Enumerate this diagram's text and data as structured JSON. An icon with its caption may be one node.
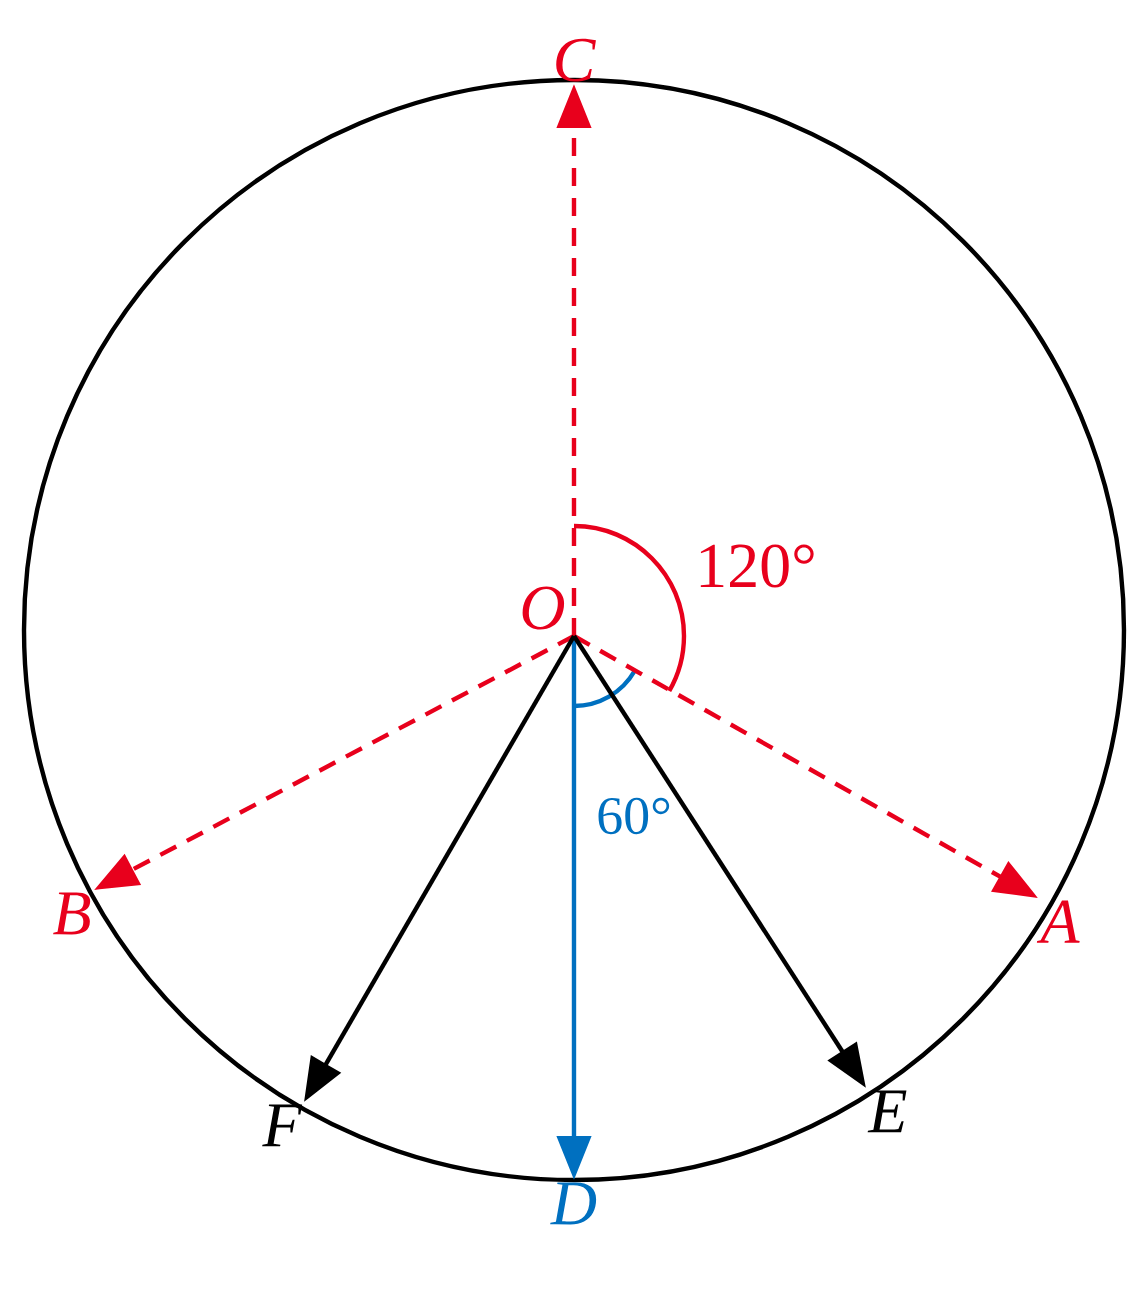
{
  "diagram": {
    "nodes": [
      {
        "text": [
          "O"
        ]
      },
      {
        "text": [
          "C"
        ]
      },
      {
        "text": [
          "A"
        ]
      },
      {
        "text": [
          "B"
        ]
      },
      {
        "text": [
          "D"
        ]
      },
      {
        "text": [
          "E"
        ]
      },
      {
        "text": [
          "F"
        ]
      }
    ],
    "edges": [
      {
        "from": 0,
        "to": 1,
        "arrow": "to",
        "style": "dashed",
        "color": "#e8001c"
      },
      {
        "from": 0,
        "to": 2,
        "arrow": "to",
        "style": "dashed",
        "color": "#e8001c"
      },
      {
        "from": 0,
        "to": 3,
        "arrow": "to",
        "style": "dashed",
        "color": "#e8001c"
      },
      {
        "from": 0,
        "to": 4,
        "arrow": "to",
        "color": "#0070c0"
      },
      {
        "from": 0,
        "to": 5,
        "arrow": "to",
        "color": "#000000"
      },
      {
        "from": 0,
        "to": 6,
        "arrow": "to",
        "color": "#000000"
      }
    ],
    "labels": [
      "120°",
      "60°"
    ]
  }
}
